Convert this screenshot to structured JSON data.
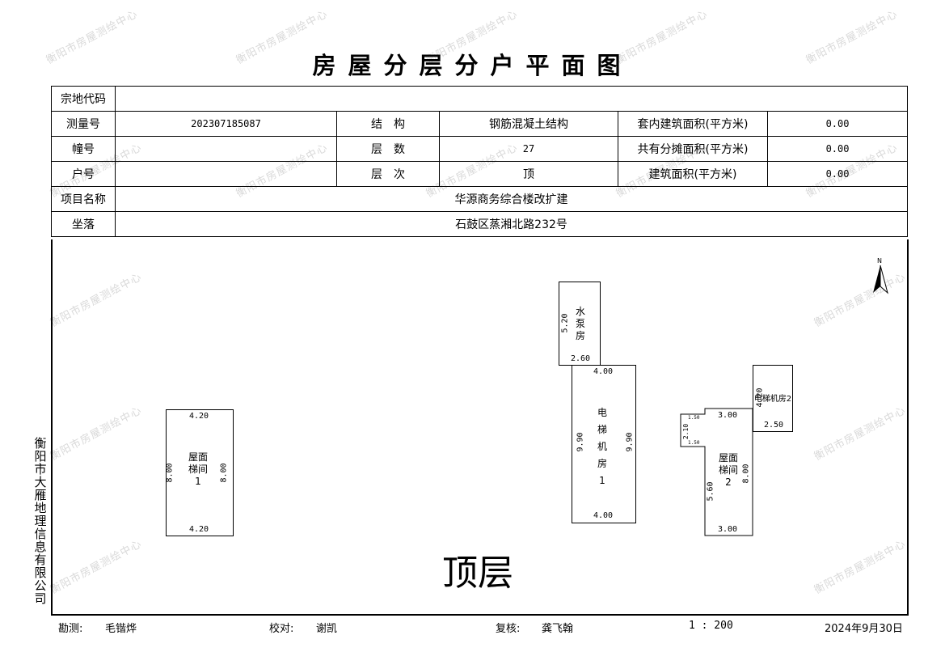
{
  "title": "房屋分层分户平面图",
  "info": {
    "parcel_code_label": "宗地代码",
    "parcel_code": "",
    "survey_no_label": "测量号",
    "survey_no": "202307185087",
    "structure_label": "结　构",
    "structure": "钢筋混凝土结构",
    "inner_area_label": "套内建筑面积(平方米)",
    "inner_area": "0.00",
    "building_no_label": "幢号",
    "building_no": "",
    "floors_label": "层　数",
    "floors": "27",
    "shared_area_label": "共有分摊面积(平方米)",
    "shared_area": "0.00",
    "unit_no_label": "户号",
    "unit_no": "",
    "floor_level_label": "层　次",
    "floor_level": "顶",
    "building_area_label": "建筑面积(平方米)",
    "building_area": "0.00",
    "project_label": "项目名称",
    "project": "华源商务综合楼改扩建",
    "location_label": "坐落",
    "location": "石鼓区蒸湘北路232号"
  },
  "plan": {
    "floor_name": "顶层",
    "north": "N",
    "rooms": [
      {
        "label": "屋面梯间1",
        "lines": [
          "屋面",
          "梯间",
          "1"
        ],
        "top": "4.20",
        "bottom": "4.20",
        "left": "8.00",
        "right": "8.00"
      },
      {
        "label": "水泵房",
        "lines": [
          "水",
          "泵",
          "房"
        ],
        "left": "5.20",
        "bottom": "2.60"
      },
      {
        "label": "电梯机房1",
        "lines": [
          "电",
          "梯",
          "机",
          "房",
          "1"
        ],
        "top": "4.00",
        "bottom": "4.00",
        "left": "9.90",
        "right": "9.90"
      },
      {
        "label": "屋面梯间2",
        "lines": [
          "屋面",
          "梯间",
          "2"
        ],
        "top": "3.00",
        "bottom": "3.00",
        "left": "5.60",
        "right": "8.00",
        "notch_left": "2.10",
        "notch_top": "1.50",
        "notch_bottom": "1.50"
      },
      {
        "label": "电梯机房2",
        "text": "电梯机房2",
        "left": "4.20",
        "bottom": "2.50"
      }
    ]
  },
  "company": "衡阳市大雁地理信息有限公司",
  "watermark": "衡阳市房屋测绘中心",
  "footer": {
    "surveyor_label": "勘测:",
    "surveyor": "毛锴烨",
    "checker_label": "校对:",
    "checker": "谢凯",
    "reviewer_label": "复核:",
    "reviewer": "龚飞翰",
    "scale": "1 : 200",
    "date": "2024年9月30日"
  }
}
